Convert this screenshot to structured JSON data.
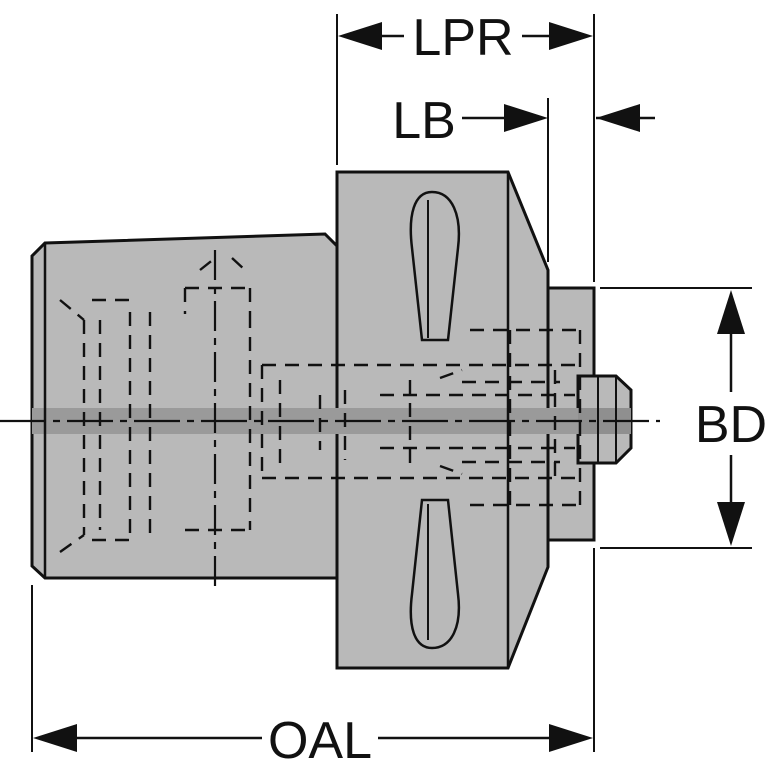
{
  "diagram": {
    "dimensions": {
      "lpr": "LPR",
      "lb": "LB",
      "bd": "BD",
      "oal": "OAL"
    },
    "colors": {
      "part_fill": "#b9b9b9",
      "center_band": "#9a9a9a",
      "line": "#111111",
      "background": "#ffffff"
    }
  }
}
